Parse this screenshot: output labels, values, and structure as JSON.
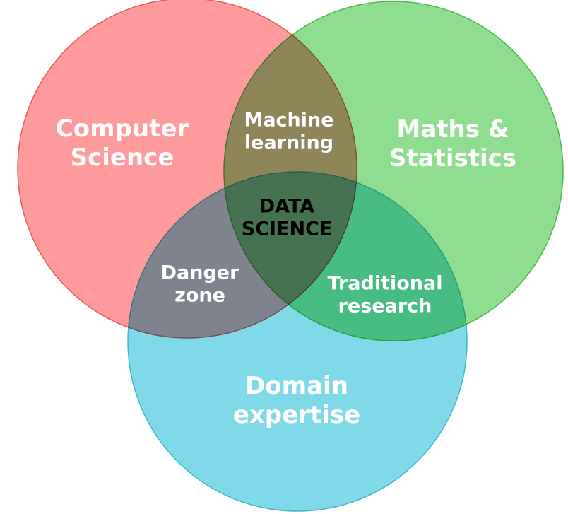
{
  "diagram": {
    "sets": [
      {
        "id": "computer-science",
        "lines": [
          "Computer",
          "Science"
        ],
        "fill": "#fe9a9c",
        "stroke": "#e35b5e"
      },
      {
        "id": "maths-statistics",
        "lines": [
          "Maths &",
          "Statistics"
        ],
        "fill": "#8fde8f",
        "stroke": "#46bd46"
      },
      {
        "id": "domain-expertise",
        "lines": [
          "Domain",
          "expertise"
        ],
        "fill": "#7fd9e9",
        "stroke": "#3fb6cc"
      }
    ],
    "intersections": {
      "cs_maths": [
        "Machine",
        "learning"
      ],
      "cs_domain": [
        "Danger",
        "zone"
      ],
      "maths_domain": [
        "Traditional",
        "research"
      ],
      "all": [
        "DATA",
        "SCIENCE"
      ]
    }
  }
}
